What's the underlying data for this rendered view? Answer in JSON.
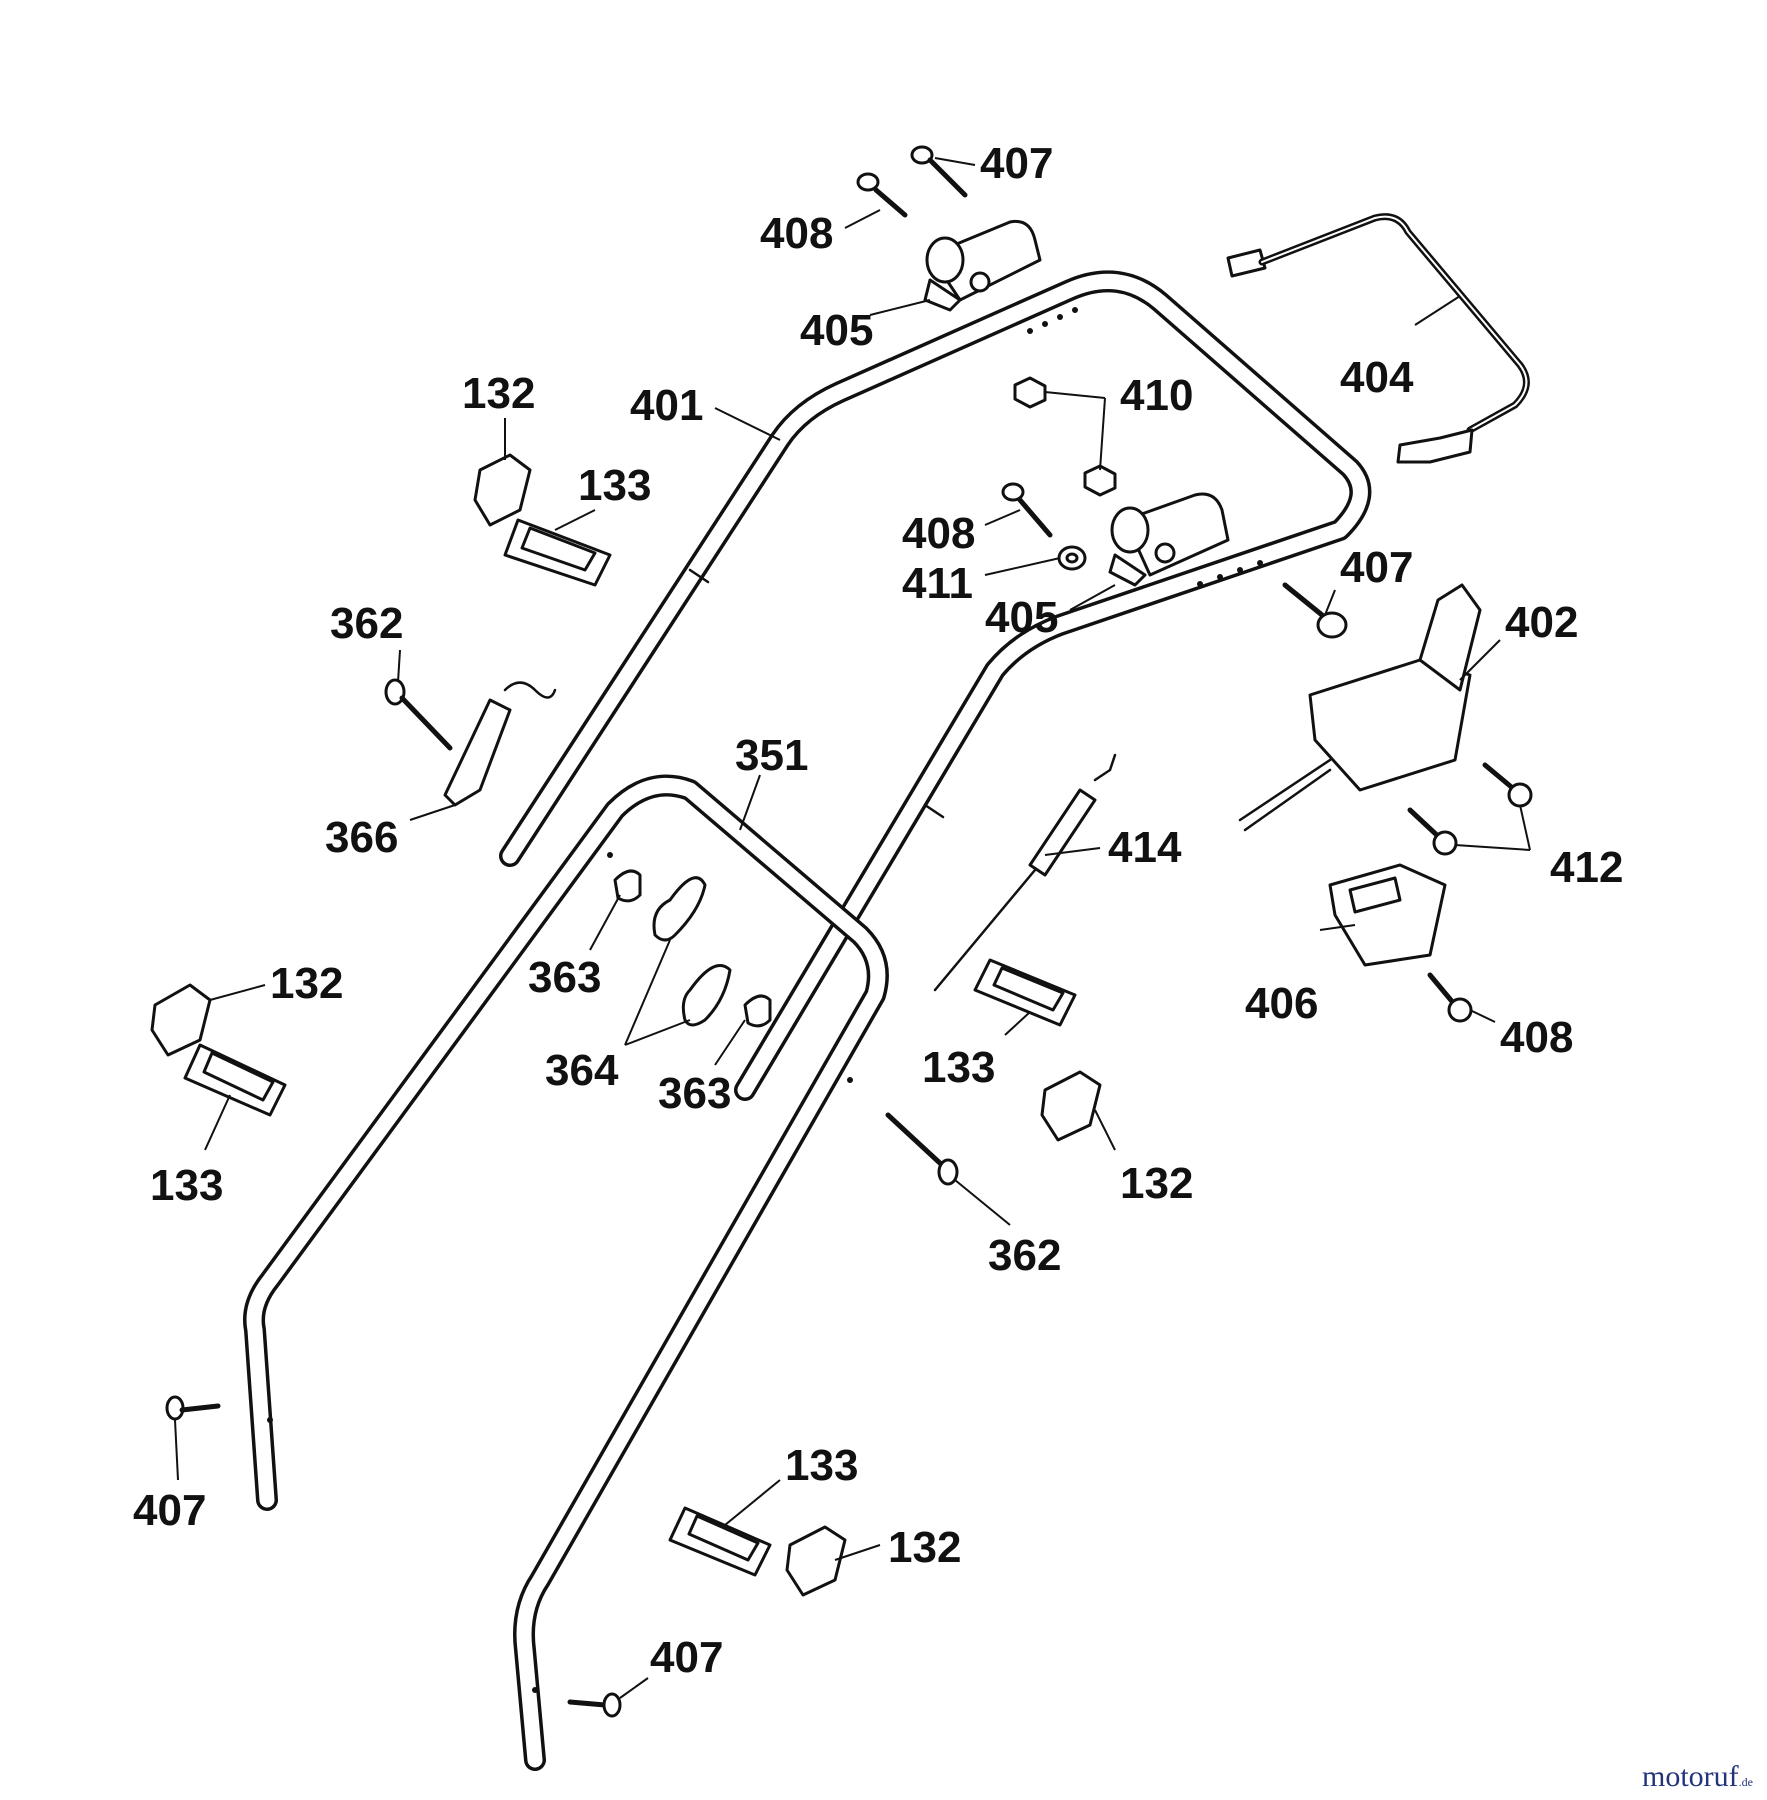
{
  "diagram": {
    "callouts": [
      {
        "id": "c-407-top",
        "text": "407"
      },
      {
        "id": "c-408-top",
        "text": "408"
      },
      {
        "id": "c-405-top",
        "text": "405"
      },
      {
        "id": "c-404",
        "text": "404"
      },
      {
        "id": "c-401",
        "text": "401"
      },
      {
        "id": "c-132-a",
        "text": "132"
      },
      {
        "id": "c-133-a",
        "text": "133"
      },
      {
        "id": "c-410",
        "text": "410"
      },
      {
        "id": "c-408-mid",
        "text": "408"
      },
      {
        "id": "c-411",
        "text": "411"
      },
      {
        "id": "c-405-mid",
        "text": "405"
      },
      {
        "id": "c-407-mid",
        "text": "407"
      },
      {
        "id": "c-402",
        "text": "402"
      },
      {
        "id": "c-362-a",
        "text": "362"
      },
      {
        "id": "c-366",
        "text": "366"
      },
      {
        "id": "c-351",
        "text": "351"
      },
      {
        "id": "c-414",
        "text": "414"
      },
      {
        "id": "c-412",
        "text": "412"
      },
      {
        "id": "c-363-a",
        "text": "363"
      },
      {
        "id": "c-364",
        "text": "364"
      },
      {
        "id": "c-363-b",
        "text": "363"
      },
      {
        "id": "c-132-b",
        "text": "132"
      },
      {
        "id": "c-133-b",
        "text": "133"
      },
      {
        "id": "c-133-c",
        "text": "133"
      },
      {
        "id": "c-406",
        "text": "406"
      },
      {
        "id": "c-408-right",
        "text": "408"
      },
      {
        "id": "c-132-c",
        "text": "132"
      },
      {
        "id": "c-362-b",
        "text": "362"
      },
      {
        "id": "c-407-left",
        "text": "407"
      },
      {
        "id": "c-133-d",
        "text": "133"
      },
      {
        "id": "c-132-d",
        "text": "132"
      },
      {
        "id": "c-407-bottom",
        "text": "407"
      }
    ]
  },
  "watermark": {
    "name": "motoruf",
    "suffix": ".de"
  }
}
